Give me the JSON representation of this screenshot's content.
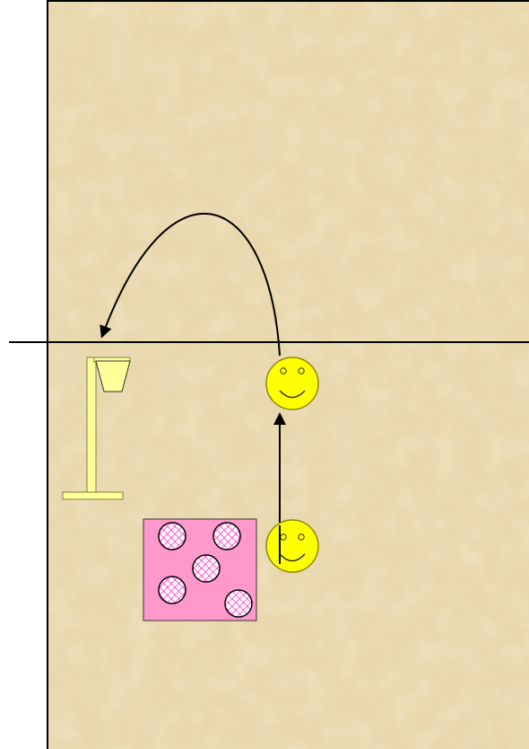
{
  "diagram": {
    "kind": "sports-drill",
    "colors": {
      "court_fill": "#e9d8ad",
      "court_line": "#000000",
      "player_fill": "#ffff00",
      "player_stroke": "#8c8c00",
      "hoop_fill": "#ffff99",
      "hoop_stroke": "#7f7f3f",
      "ball_rack_fill": "#ff99cc",
      "ball_pattern": "#ff33cc",
      "arrow": "#000000"
    },
    "elements": [
      {
        "name": "basketball-hoop-stand",
        "icon": "hoop-icon"
      },
      {
        "name": "player-at-line",
        "icon": "smiley-face-icon"
      },
      {
        "name": "player-start",
        "icon": "smiley-face-icon"
      },
      {
        "name": "ball-rack",
        "icon": "ball-rack-icon",
        "ball_count": 5
      },
      {
        "name": "run-arrow",
        "type": "straight-arrow"
      },
      {
        "name": "shot-arrow",
        "type": "curved-arrow"
      }
    ]
  }
}
